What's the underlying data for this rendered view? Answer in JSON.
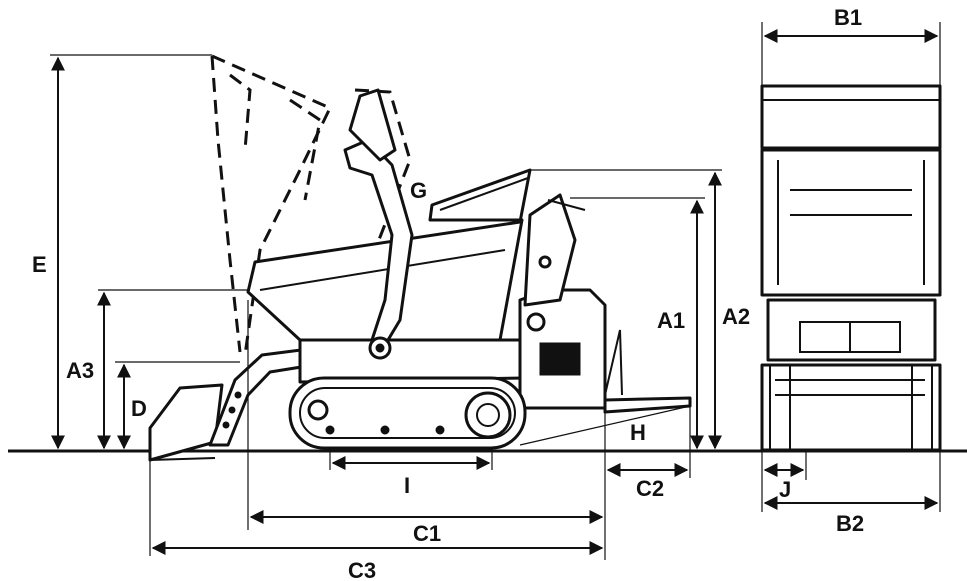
{
  "colors": {
    "ink": "#111111",
    "background": "#ffffff"
  },
  "labels": {
    "A1": "A1",
    "A2": "A2",
    "A3": "A3",
    "B1": "B1",
    "B2": "B2",
    "C1": "C1",
    "C2": "C2",
    "C3": "C3",
    "D": "D",
    "E": "E",
    "G": "G",
    "H": "H",
    "I": "I",
    "J": "J"
  }
}
